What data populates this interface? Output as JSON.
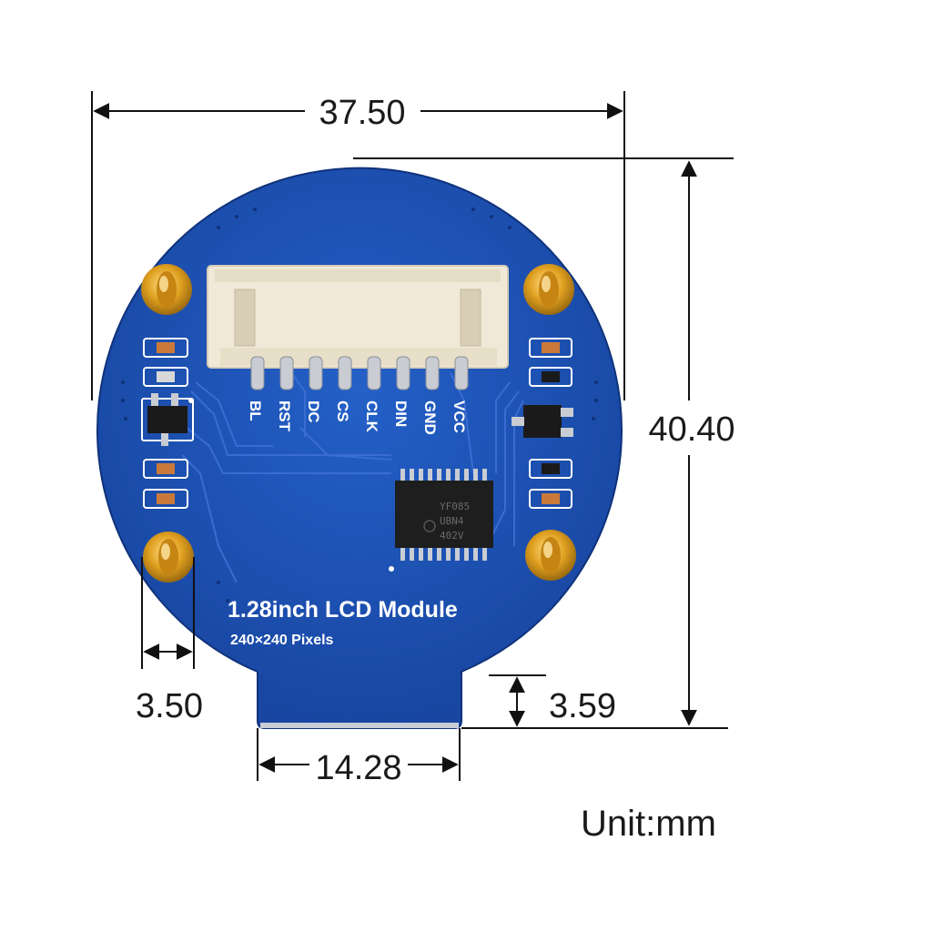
{
  "dimensions": {
    "width": "37.50",
    "height": "40.40",
    "hole_offset": "3.50",
    "tab_height": "3.59",
    "tab_width": "14.28"
  },
  "unit_label": "Unit:mm",
  "board": {
    "title": "1.28inch LCD Module",
    "subtitle": "240×240 Pixels",
    "chip_marking": [
      "YF085",
      "UBN4",
      "402V"
    ],
    "pins": [
      "BL",
      "RST",
      "DC",
      "CS",
      "CLK",
      "DIN",
      "GND",
      "VCC"
    ]
  },
  "colors": {
    "pcb_blue": "#1b4fb3",
    "connector": "#f1e9d8",
    "gold": "#e0a020",
    "line": "#111111"
  }
}
